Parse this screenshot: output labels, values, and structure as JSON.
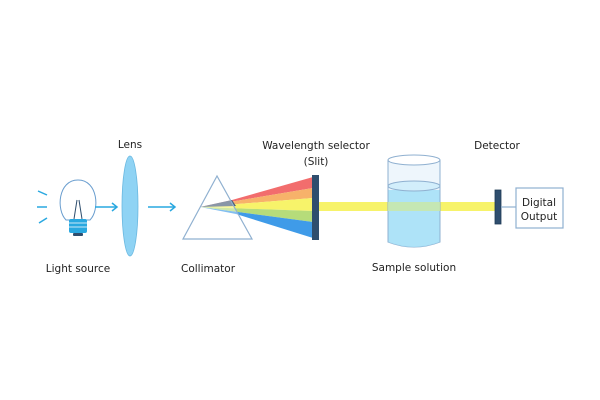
{
  "labels": {
    "lens": "Lens",
    "light_source": "Light source",
    "collimator": "Collimator",
    "selector_line1": "Wavelength selector",
    "selector_line2": "(Slit)",
    "sample": "Sample solution",
    "detector": "Detector",
    "output_line1": "Digital",
    "output_line2": "Output"
  },
  "colors": {
    "accent_blue": "#29a8e0",
    "lens_fill": "#8fd3f4",
    "slit": "#2f4e6e",
    "beam": "#f7f36a",
    "spectrum": [
      "#f26d6d",
      "#f7b26a",
      "#f7f36a",
      "#b6dc7a",
      "#3f9be8"
    ]
  }
}
